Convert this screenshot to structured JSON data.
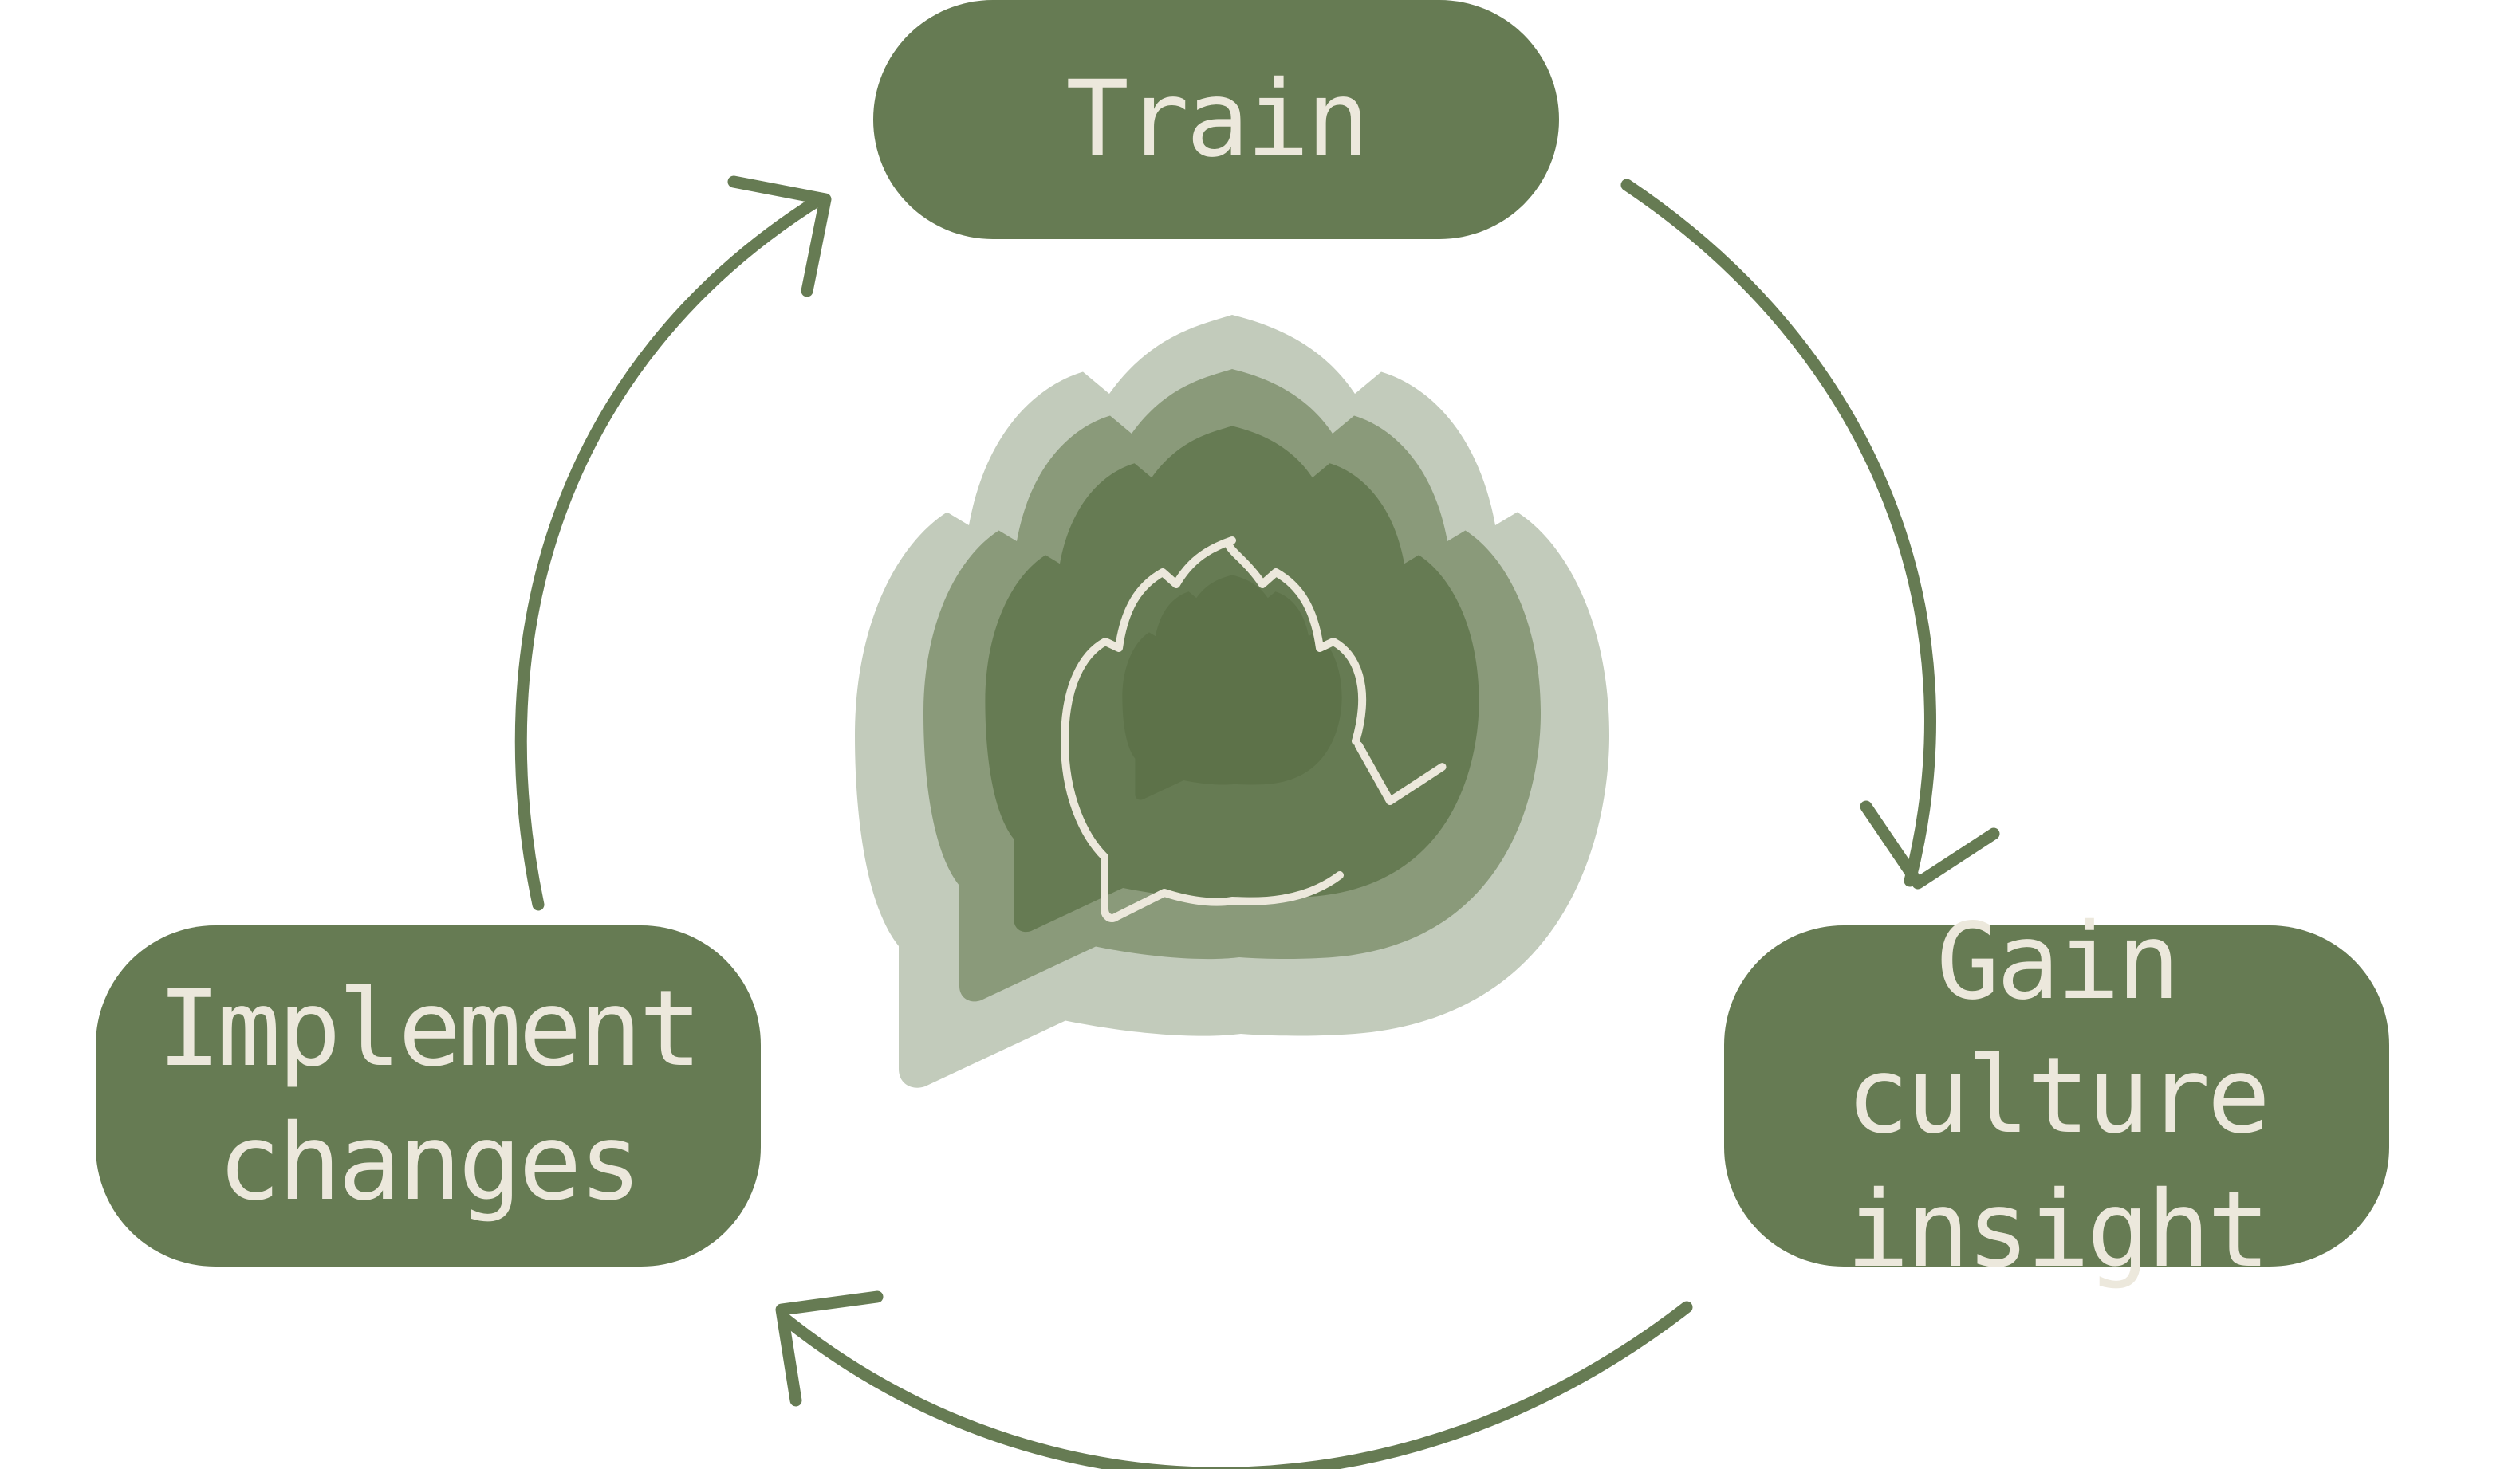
{
  "nodes": {
    "train": "Train",
    "insight": "Gain culture\ninsight",
    "implement": "Implement\nchanges"
  },
  "colors": {
    "primary": "#667b53",
    "mid": "#8a9a7a",
    "light": "#c2cbbb",
    "text": "#ece8dc"
  },
  "icons": {
    "center": "speech-bubble-cycle-icon"
  }
}
